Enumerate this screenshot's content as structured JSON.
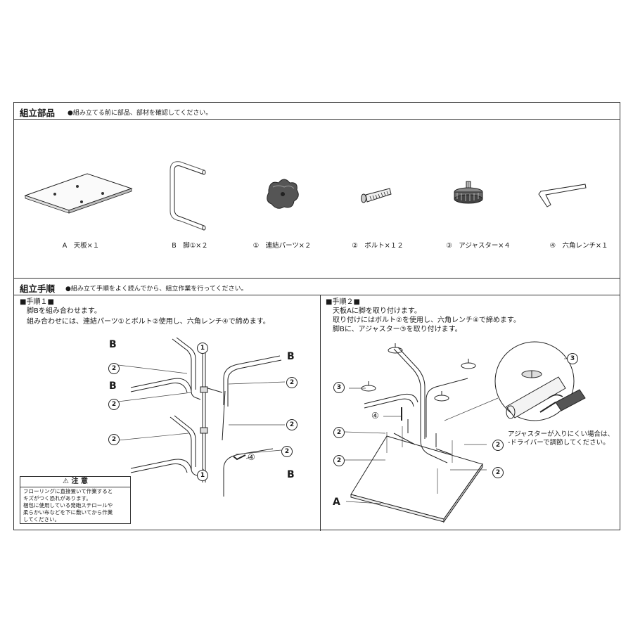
{
  "parts_section": {
    "title": "組立部品",
    "note": "●組み立てる前に部品、部材を確認してください。",
    "parts": [
      {
        "id": "A",
        "label": "A　天板×１"
      },
      {
        "id": "B",
        "label": "B　脚①×２"
      },
      {
        "id": "1",
        "label": "①　連結パーツ×２"
      },
      {
        "id": "2",
        "label": "②　ボルト×１２"
      },
      {
        "id": "3",
        "label": "③　アジャスター×４"
      },
      {
        "id": "4",
        "label": "④　六角レンチ×１"
      }
    ]
  },
  "steps_section": {
    "title": "組立手順",
    "note": "●組み立て手順をよく読んでから、組立作業を行ってください。",
    "step1": {
      "heading": "■手順１■",
      "lines": [
        "脚Bを組み合わせます。",
        "組み合わせには、連結パーツ①とボルト②使用し、六角レンチ④で締めます。"
      ],
      "labels": {
        "B": "B",
        "c1": "1",
        "c2": "2",
        "c4": "④"
      }
    },
    "step2": {
      "heading": "■手順２■",
      "lines": [
        "天板Aに脚を取り付けます。",
        "取り付けにはボルト②を使用し、六角レンチ④で締めます。",
        "脚Bに、アジャスター③を取り付けます。"
      ],
      "labels": {
        "A": "A",
        "c2": "2",
        "c3": "3",
        "c4": "④"
      },
      "adjuster_note": [
        "アジャスターが入りにくい場合は、",
        "-ドライバーで調節してください。"
      ]
    },
    "caution": {
      "title": "⚠ 注 意",
      "lines": [
        "フローリングに直接置いて作業すると",
        "キズがつく恐れがあります。",
        "梱包に使用している発砲スチロールや",
        "柔らかい布などを下に敷いてから作業",
        "してください。"
      ]
    }
  }
}
